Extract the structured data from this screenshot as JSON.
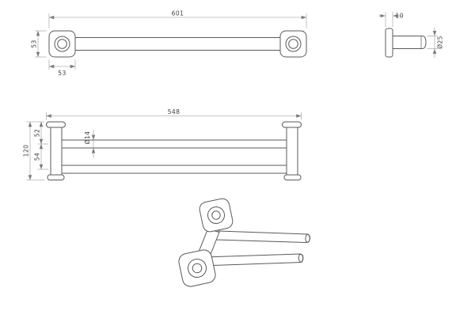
{
  "views": {
    "single_front": {
      "dims": {
        "overall_length": "601",
        "end_height": "53",
        "plate_width": "53"
      }
    },
    "side": {
      "dims": {
        "plate_thickness": "10",
        "rail_diameter": "Ø25"
      }
    },
    "double_front": {
      "dims": {
        "overall_length": "548",
        "upper_spacing": "52",
        "lower_spacing": "54",
        "overall_height": "120",
        "bar_diameter": "Ø14"
      }
    }
  }
}
